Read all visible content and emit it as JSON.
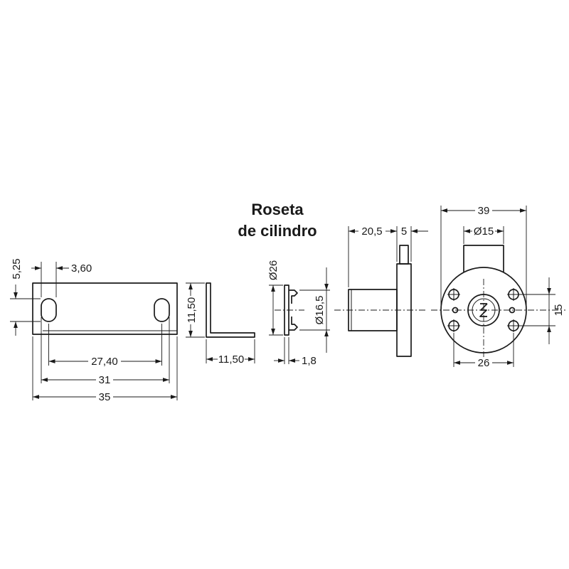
{
  "title": {
    "line1": "Roseta",
    "line2": "de cilindro"
  },
  "strike_plate": {
    "slot_height": "5,25",
    "slot_width": "3,60",
    "hole_spacing": "27,40",
    "slot_span": "31",
    "length": "35"
  },
  "bracket": {
    "height": "11,50",
    "depth": "11,50"
  },
  "rosette": {
    "outer_diameter": "Ø26",
    "inner_diameter": "Ø16,5",
    "thickness": "1,8"
  },
  "cylinder_side": {
    "length": "20,5",
    "flange": "5"
  },
  "cylinder_front": {
    "width": "39",
    "bolt_diameter": "Ø15",
    "hole_spacing_h": "26",
    "hole_spacing_v": "15"
  },
  "colors": {
    "line": "#1a1a1a",
    "background": "#ffffff"
  }
}
